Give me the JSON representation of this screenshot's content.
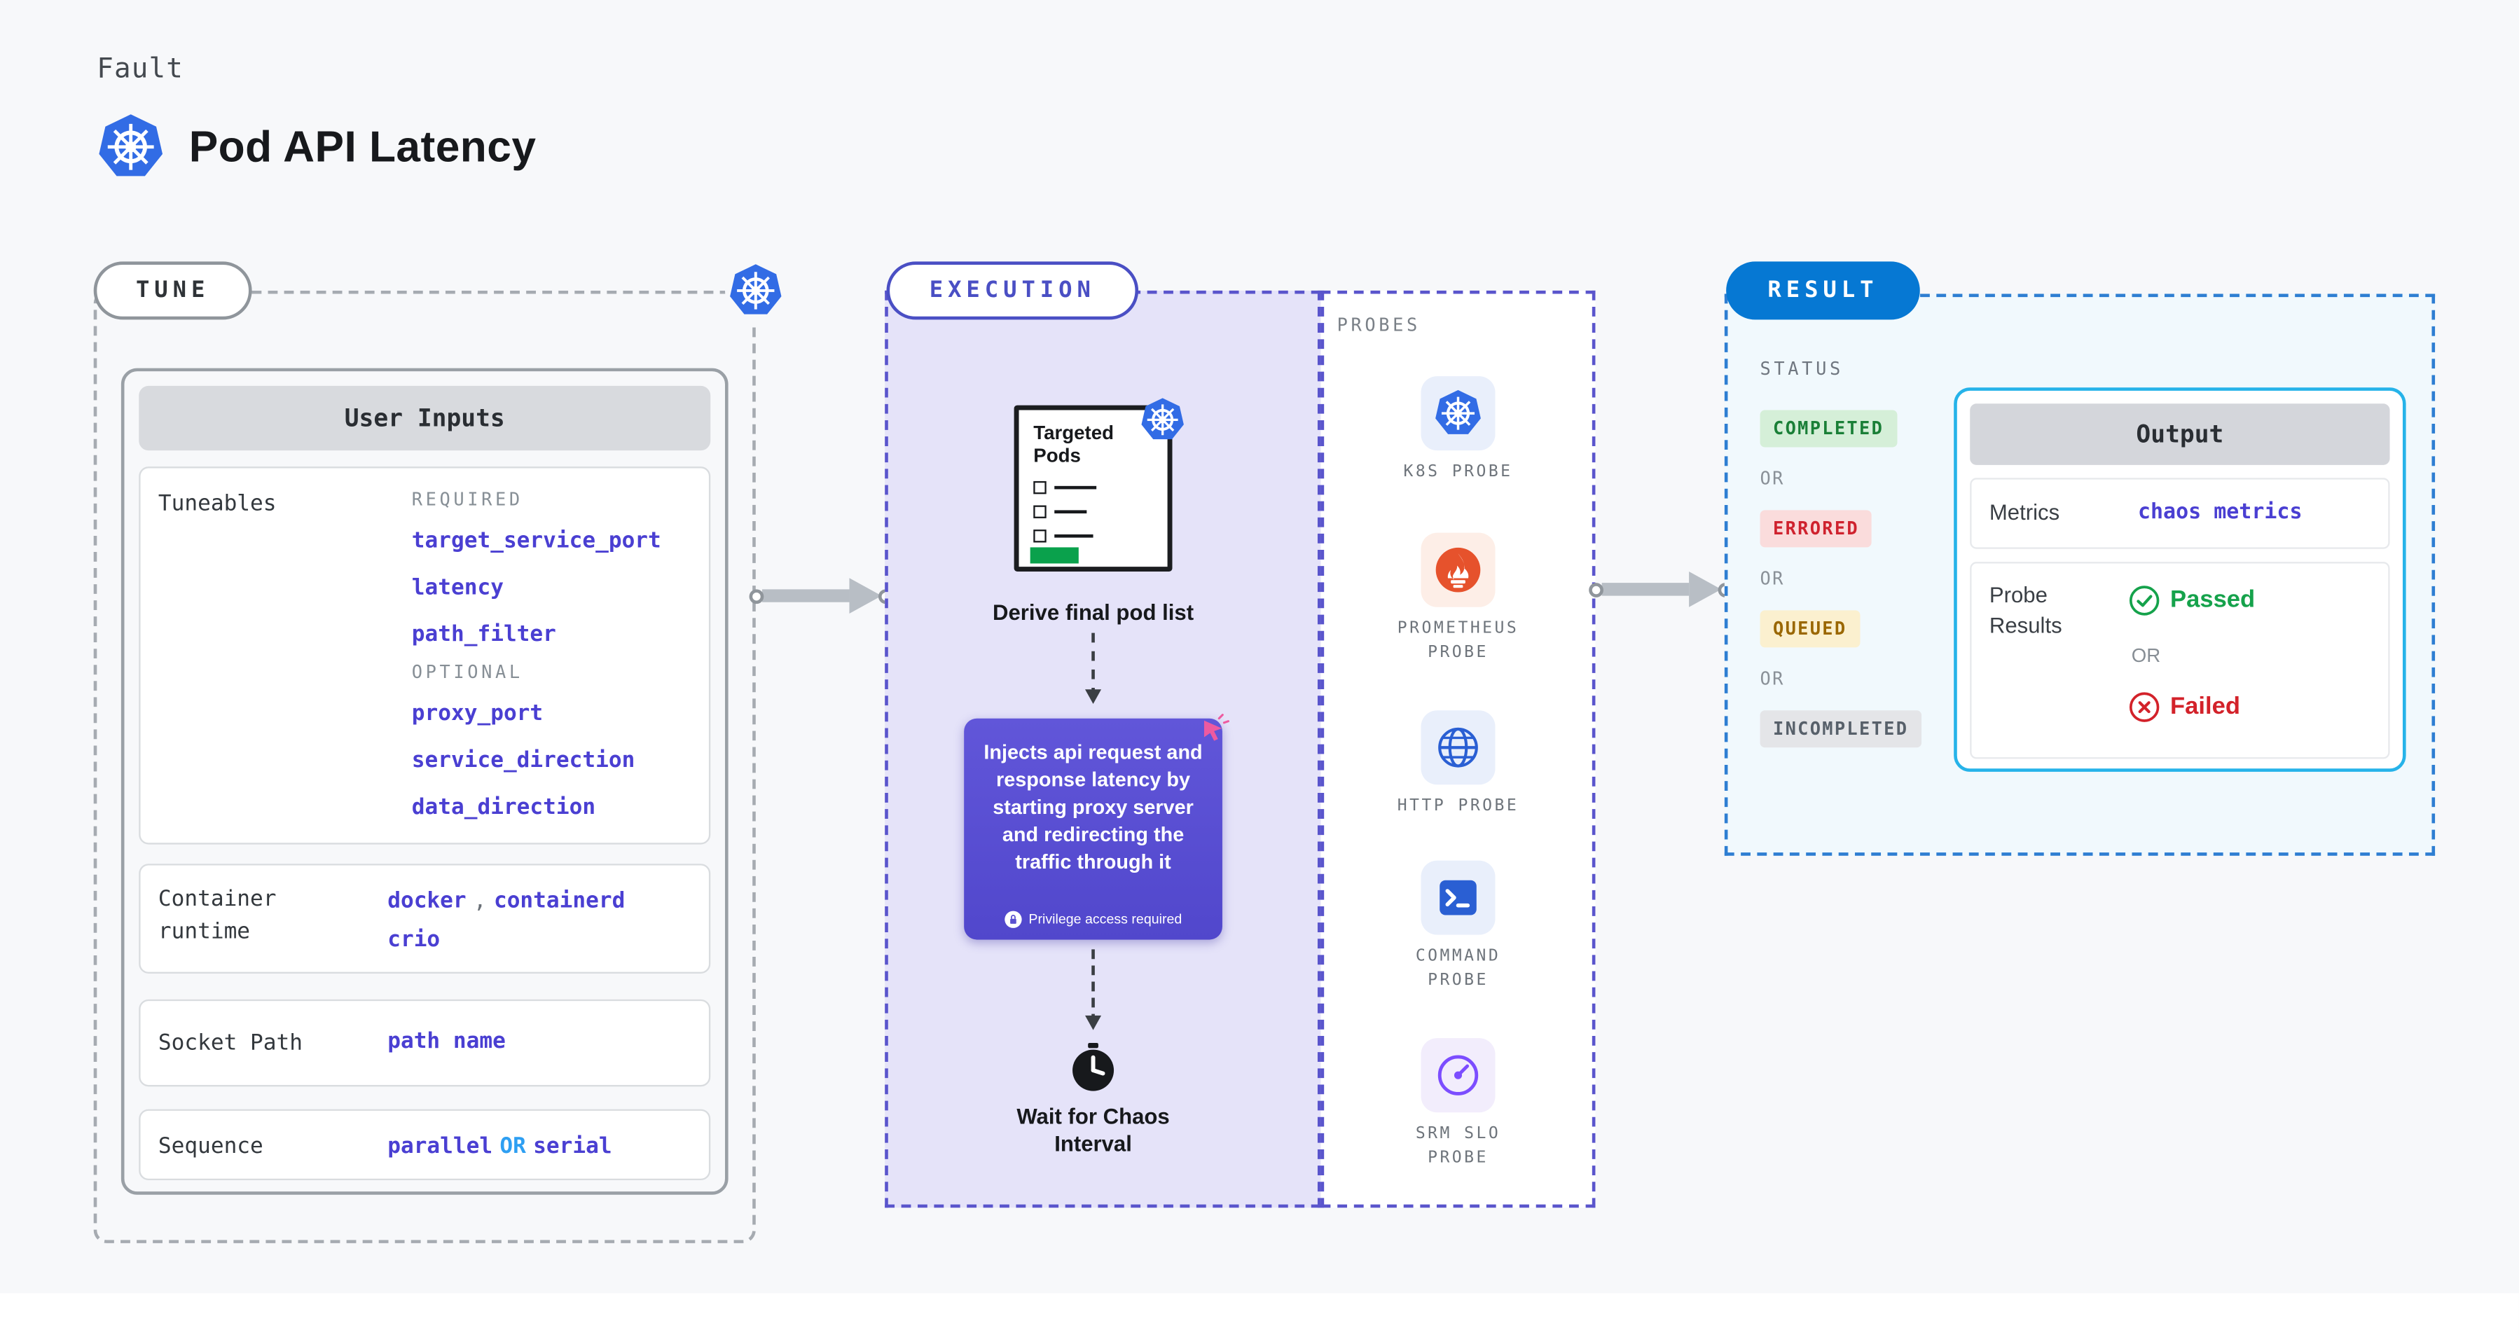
{
  "header": {
    "kicker": "Fault",
    "title": "Pod API Latency"
  },
  "tune": {
    "label": "TUNE",
    "user_inputs_title": "User Inputs",
    "tuneables_label": "Tuneables",
    "required_label": "REQUIRED",
    "required_links": [
      "target_service_port",
      "latency",
      "path_filter"
    ],
    "optional_label": "OPTIONAL",
    "optional_links": [
      "proxy_port",
      "service_direction",
      "data_direction"
    ],
    "container_runtime_label": "Container runtime",
    "container_runtime": {
      "value1": "docker",
      "separator": ",",
      "value2": "containerd",
      "value3": "crio"
    },
    "socket_path_label": "Socket Path",
    "socket_path_value": "path name",
    "sequence_label": "Sequence",
    "sequence": {
      "value1": "parallel",
      "or": "OR",
      "value2": "serial"
    }
  },
  "execution": {
    "label": "EXECUTION",
    "doc_title": "Targeted Pods",
    "derive_caption": "Derive final pod list",
    "inject_text": "Injects api request and response latency by starting proxy server and redirecting the traffic through it",
    "privilege_note": "Privilege access required",
    "wait_caption": "Wait for Chaos Interval"
  },
  "probes": {
    "label": "PROBES",
    "items": [
      {
        "name": "K8S PROBE",
        "icon": "kubernetes-icon"
      },
      {
        "name": "PROMETHEUS PROBE",
        "icon": "prometheus-icon"
      },
      {
        "name": "HTTP PROBE",
        "icon": "globe-icon"
      },
      {
        "name": "COMMAND PROBE",
        "icon": "terminal-icon"
      },
      {
        "name": "SRM SLO PROBE",
        "icon": "gauge-icon"
      }
    ]
  },
  "result": {
    "label": "RESULT",
    "status_label": "STATUS",
    "or_label": "OR",
    "statuses": [
      {
        "text": "COMPLETED",
        "bg": "#d5efd8",
        "color": "#1a7f37"
      },
      {
        "text": "ERRORED",
        "bg": "#fadcdc",
        "color": "#cf222e"
      },
      {
        "text": "QUEUED",
        "bg": "#fbf0cf",
        "color": "#9a6700"
      },
      {
        "text": "INCOMPLETED",
        "bg": "#e4e5e8",
        "color": "#57606a"
      }
    ],
    "output": {
      "title": "Output",
      "metrics_label": "Metrics",
      "metrics_value": "chaos metrics",
      "probe_results_label": "Probe Results",
      "passed_label": "Passed",
      "or_label": "OR",
      "failed_label": "Failed"
    }
  },
  "colors": {
    "accent_purple": "#4a4fc4",
    "accent_blue": "#0678d3",
    "cyan_border": "#26b3e9",
    "link": "#4a3fd2",
    "passed_green": "#15a24b",
    "failed_red": "#d3222a",
    "kubernetes_blue": "#326ce5",
    "prometheus_orange": "#e6522c"
  }
}
